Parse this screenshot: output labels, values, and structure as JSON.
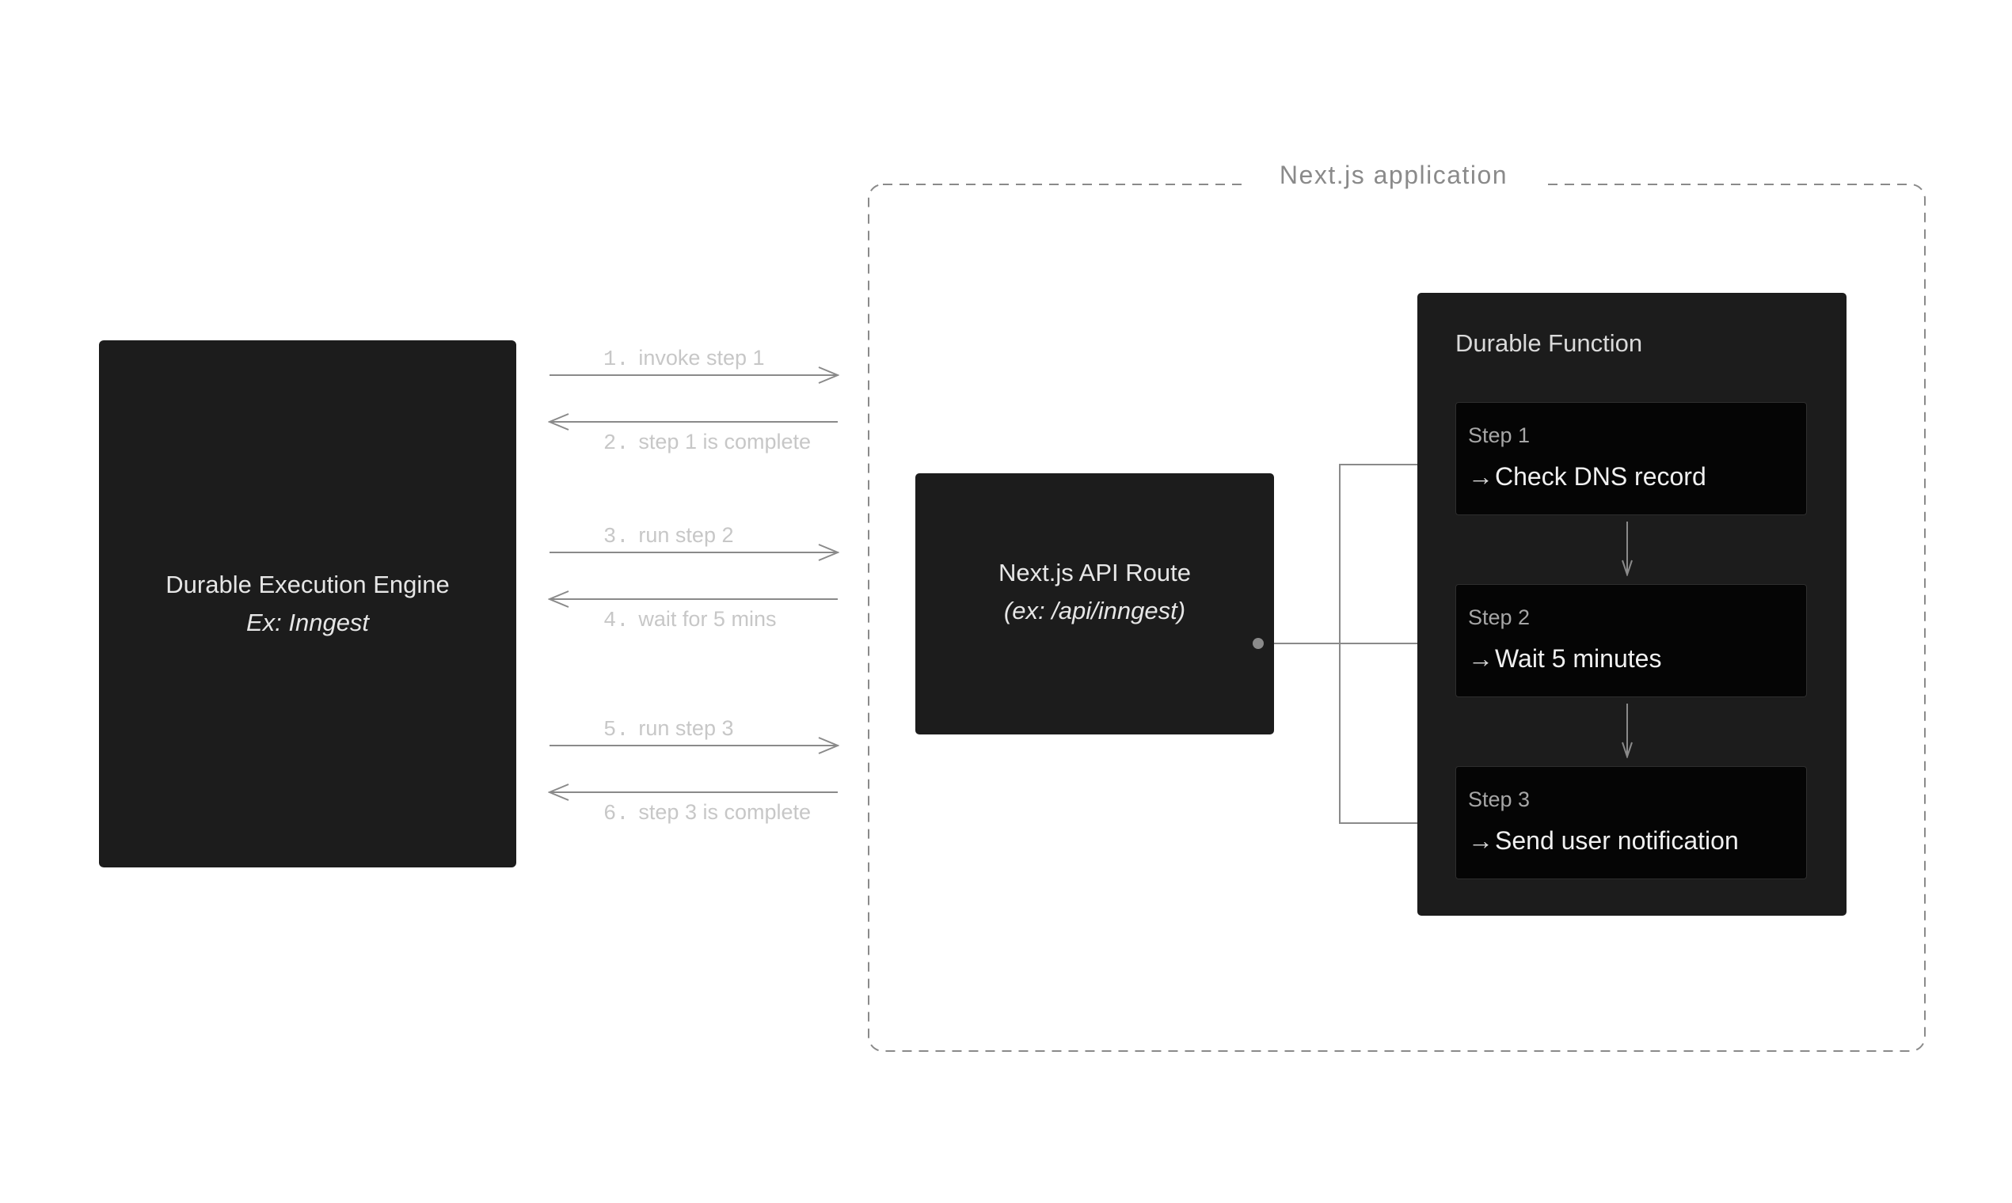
{
  "engine": {
    "title": "Durable Execution Engine",
    "subtitle": "Ex: Inngest"
  },
  "app": {
    "label": "Next.js application"
  },
  "route": {
    "title": "Next.js API Route",
    "subtitle": "(ex: /api/inngest)"
  },
  "durable_function": {
    "title": "Durable Function",
    "steps": [
      {
        "label": "Step 1",
        "action": "Check DNS record"
      },
      {
        "label": "Step 2",
        "action": "Wait 5 minutes"
      },
      {
        "label": "Step 3",
        "action": "Send user notification"
      }
    ]
  },
  "messages": [
    {
      "num": "1.",
      "text": "invoke step 1",
      "direction": "to-app"
    },
    {
      "num": "2.",
      "text": "step 1 is complete",
      "direction": "to-engine"
    },
    {
      "num": "3.",
      "text": "run step 2",
      "direction": "to-app"
    },
    {
      "num": "4.",
      "text": "wait for 5 mins",
      "direction": "to-engine"
    },
    {
      "num": "5.",
      "text": "run step 3",
      "direction": "to-app"
    },
    {
      "num": "6.",
      "text": "step 3 is complete",
      "direction": "to-engine"
    }
  ],
  "colors": {
    "box_fill": "#1c1c1c",
    "step_fill": "#050505",
    "line": "#8a8a8a",
    "muted_text": "#c7c7c7"
  },
  "icons": {
    "step_arrow": "arrow-right-icon"
  }
}
